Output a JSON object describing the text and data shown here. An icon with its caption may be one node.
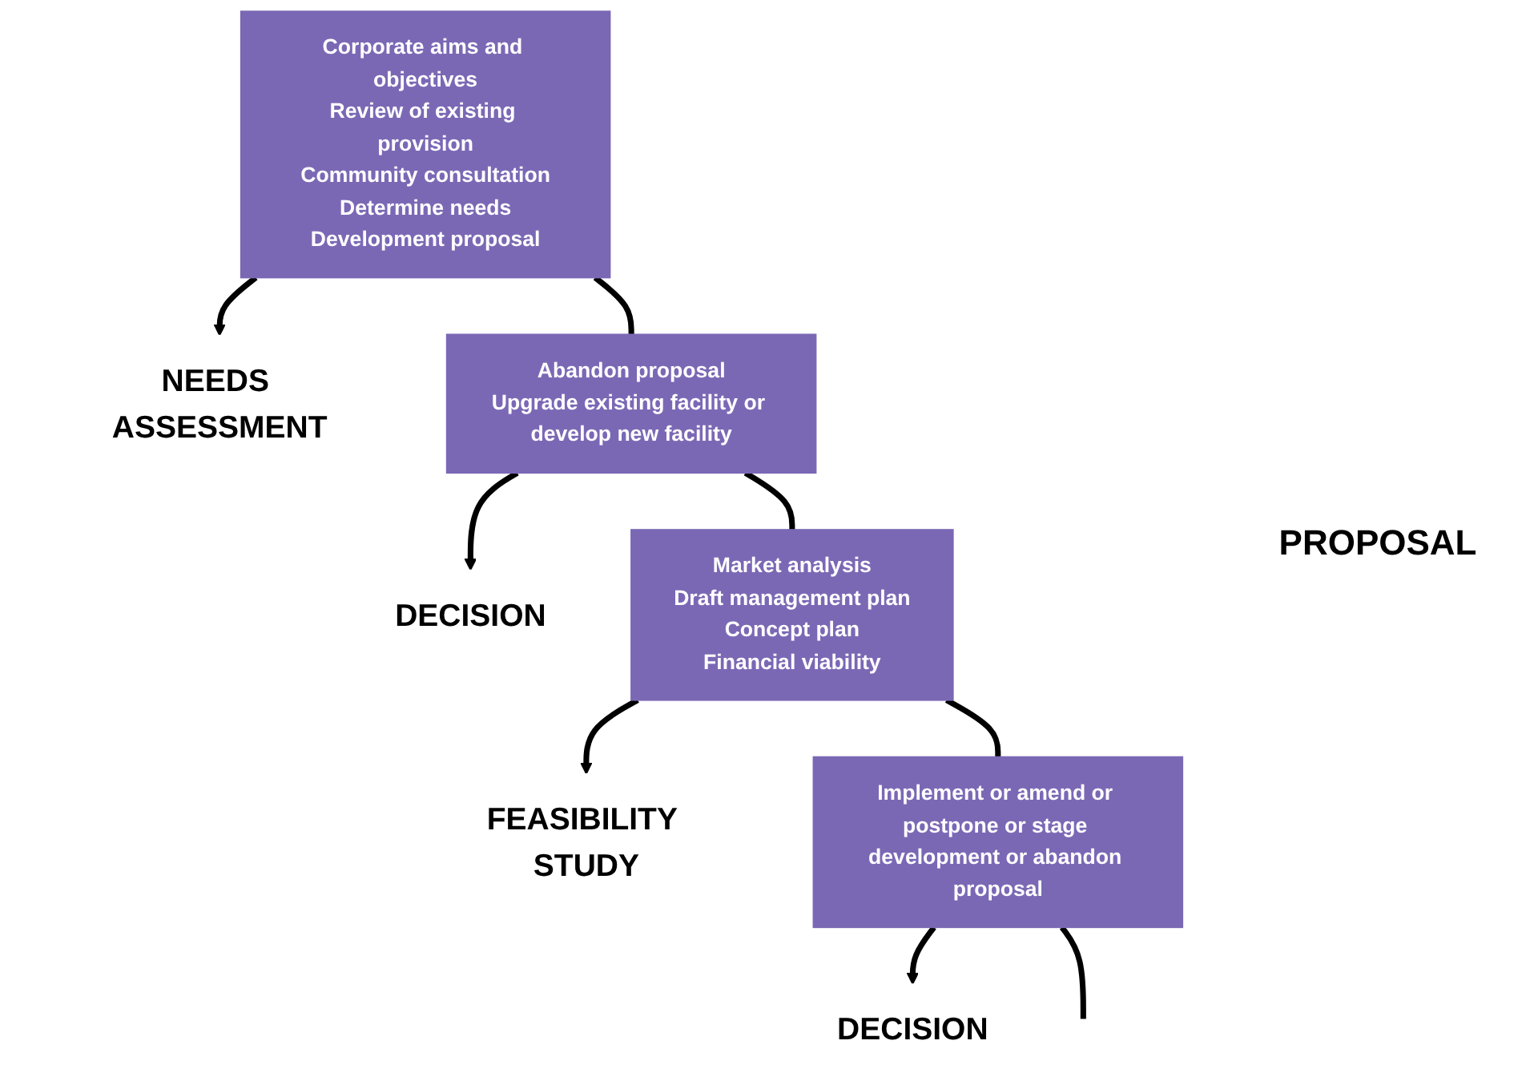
{
  "diagram": {
    "nodes": [
      {
        "text": [
          "Corporate aims and objectives",
          "Review of existing provision",
          "Community consultation",
          "Determine needs",
          "Development proposal"
        ]
      },
      {
        "text": [
          "NEEDS ASSESSMENT"
        ]
      },
      {
        "text": [
          "Abandon proposal",
          "Upgrade existing facility or develop new facility"
        ]
      },
      {
        "text": [
          "DECISION"
        ]
      },
      {
        "text": [
          "Market analysis",
          "Draft management plan",
          "Concept plan",
          "Financial viability"
        ]
      },
      {
        "text": [
          "FEASIBILITY STUDY"
        ]
      },
      {
        "text": [
          "Implement or amend or postpone or stage development or abandon proposal"
        ]
      },
      {
        "text": [
          "DECISION"
        ]
      }
    ],
    "edges": [
      {
        "from": 0,
        "to": 1,
        "arrow": "to"
      },
      {
        "from": 0,
        "to": 2,
        "arrow": "none"
      },
      {
        "from": 2,
        "to": 3,
        "arrow": "to"
      },
      {
        "from": 2,
        "to": 4,
        "arrow": "none"
      },
      {
        "from": 4,
        "to": 5,
        "arrow": "to"
      },
      {
        "from": 4,
        "to": 6,
        "arrow": "none"
      },
      {
        "from": 6,
        "to": 7,
        "arrow": "to"
      },
      {
        "from": 6,
        "to": null,
        "arrow": "none"
      }
    ],
    "labels": [
      "PROPOSAL"
    ]
  }
}
